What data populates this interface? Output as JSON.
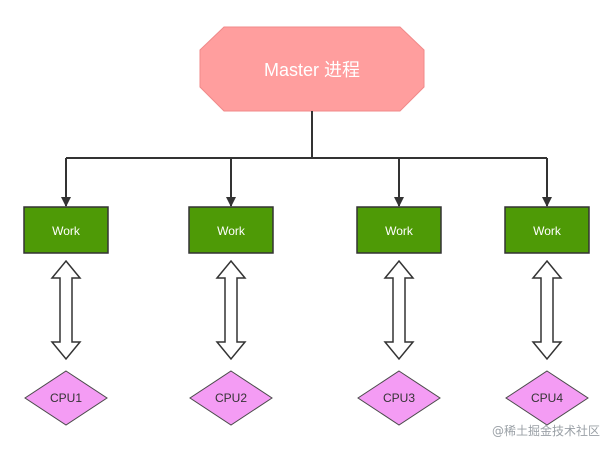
{
  "master": {
    "label": "Master 进程"
  },
  "workers": [
    {
      "label": "Work",
      "cpu": "CPU1"
    },
    {
      "label": "Work",
      "cpu": "CPU2"
    },
    {
      "label": "Work",
      "cpu": "CPU3"
    },
    {
      "label": "Work",
      "cpu": "CPU4"
    }
  ],
  "watermark": "@稀土掘金技术社区",
  "colors": {
    "master_fill": "#ff9e9e",
    "master_stroke": "#f08a8a",
    "work_fill": "#4e9a06",
    "work_stroke": "#333333",
    "cpu_fill": "#f49cf4",
    "cpu_stroke": "#4a4a4a",
    "line": "#333333"
  }
}
